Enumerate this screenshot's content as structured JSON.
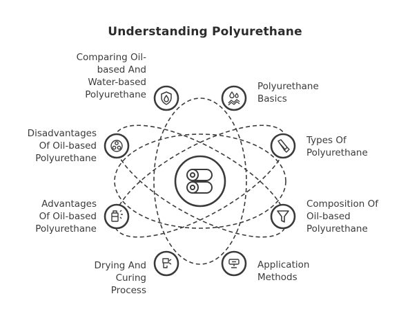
{
  "title": "Understanding Polyurethane",
  "colors": {
    "stroke": "#3a3a3a",
    "fill": "#ffffff",
    "text": "#3a3a3a"
  },
  "center": {
    "icon": "logs-icon"
  },
  "nodes": [
    {
      "id": "comparing",
      "label": "Comparing Oil-\nbased And\nWater-based\nPolyurethane",
      "icon": "shield-drop-icon"
    },
    {
      "id": "basics",
      "label": "Polyurethane\nBasics",
      "icon": "water-drops-icon"
    },
    {
      "id": "disadvantages",
      "label": "Disadvantages\nOf Oil-based\nPolyurethane",
      "icon": "cans-icon"
    },
    {
      "id": "types",
      "label": "Types Of\nPolyurethane",
      "icon": "brush-icon"
    },
    {
      "id": "advantages",
      "label": "Advantages\nOf Oil-based\nPolyurethane",
      "icon": "oil-can-icon"
    },
    {
      "id": "composition",
      "label": "Composition Of\nOil-based\nPolyurethane",
      "icon": "funnel-icon"
    },
    {
      "id": "drying",
      "label": "Drying And\nCuring\nProcess",
      "icon": "hand-dryer-icon"
    },
    {
      "id": "application",
      "label": "Application\nMethods",
      "icon": "roller-icon"
    }
  ]
}
